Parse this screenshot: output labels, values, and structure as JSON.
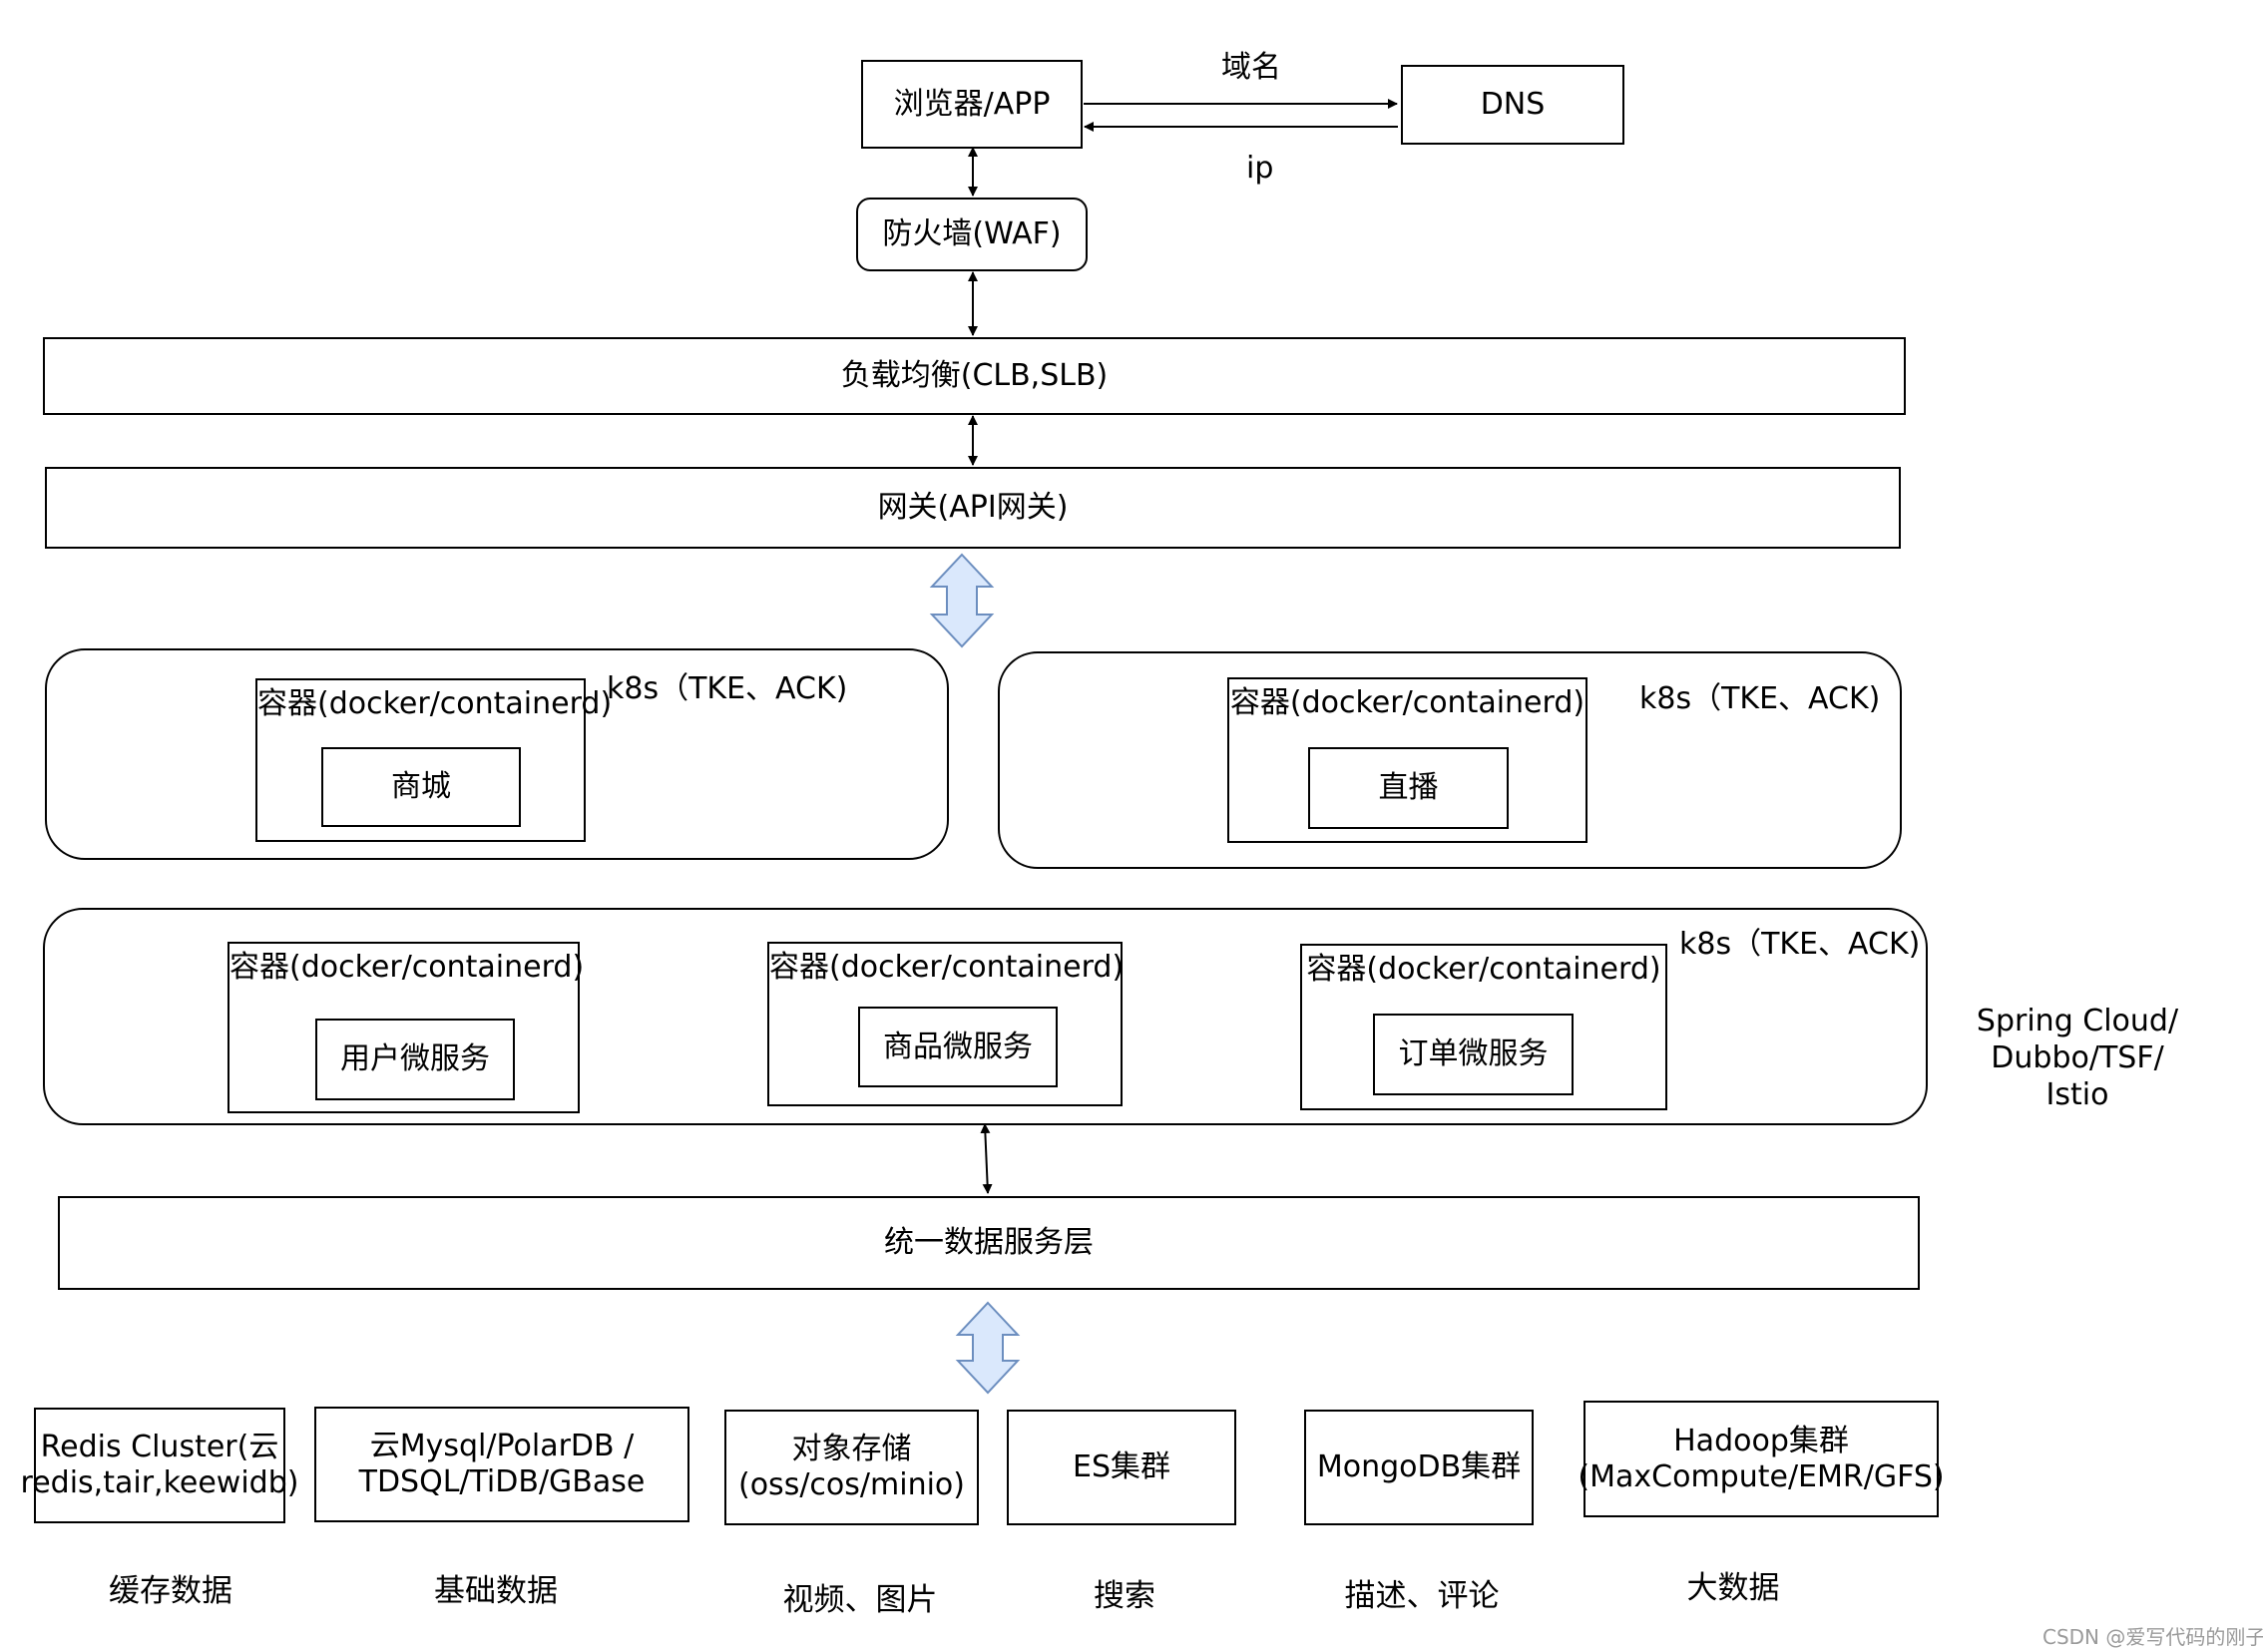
{
  "top": {
    "browser": "浏览器/APP",
    "dns": "DNS",
    "domain_label": "域名",
    "ip_label": "ip"
  },
  "waf": "防火墙(WAF)",
  "lb": "负载均衡(CLB,SLB)",
  "gateway": "网关(API网关)",
  "container_label": "容器(docker/containerd)",
  "k8s_label": "k8s（TKE、ACK)",
  "frontend": {
    "mall": "商城",
    "live": "直播"
  },
  "services": {
    "user": "用户微服务",
    "product": "商品微服务",
    "order": "订单微服务"
  },
  "mesh_label": [
    "Spring Cloud/",
    "Dubbo/TSF/",
    "Istio"
  ],
  "data_layer": "统一数据服务层",
  "storage": [
    {
      "lines": [
        "Redis Cluster(云",
        "redis,tair,keewidb)"
      ],
      "caption": "缓存数据"
    },
    {
      "lines": [
        "云Mysql/PolarDB /",
        "TDSQL/TiDB/GBase"
      ],
      "caption": "基础数据"
    },
    {
      "lines": [
        "对象存储",
        "(oss/cos/minio)"
      ],
      "caption": "视频、图片"
    },
    {
      "lines": [
        "ES集群"
      ],
      "caption": "搜索"
    },
    {
      "lines": [
        "MongoDB集群"
      ],
      "caption": "描述、评论"
    },
    {
      "lines": [
        "Hadoop集群",
        "(MaxCompute/EMR/GFS)"
      ],
      "caption": "大数据"
    }
  ],
  "watermark": "CSDN @爱写代码的刚子",
  "colors": {
    "block_arrow_fill": "#dae8fc",
    "block_arrow_stroke": "#6c8ebf",
    "line": "#000000"
  }
}
